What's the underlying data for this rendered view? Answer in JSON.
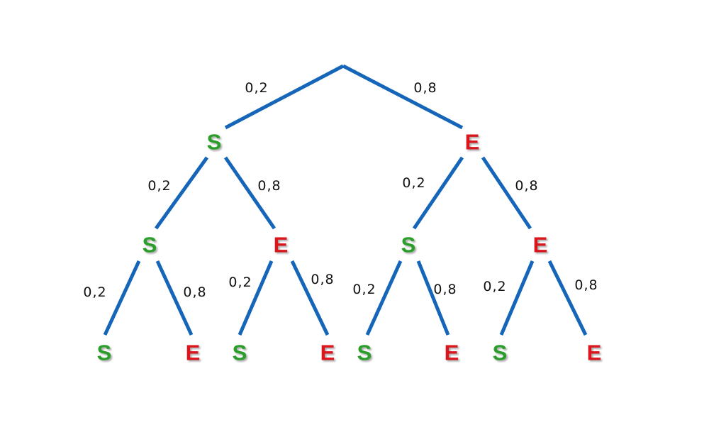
{
  "colors": {
    "branch": "#1565b8",
    "S": "#2a9d2a",
    "E": "#d8141e"
  },
  "tree": {
    "level1": {
      "nodes": [
        "S",
        "E"
      ],
      "probs": [
        "0,2",
        "0,8"
      ]
    },
    "level2": {
      "nodes": [
        "S",
        "E",
        "S",
        "E"
      ],
      "probs": [
        "0,2",
        "0,8",
        "0,2",
        "0,8"
      ]
    },
    "level3": {
      "nodes": [
        "S",
        "E",
        "S",
        "E",
        "S",
        "E",
        "S",
        "E"
      ],
      "probs": [
        "0,2",
        "0,8",
        "0,2",
        "0,8",
        "0,2",
        "0,8",
        "0,2",
        "0,8"
      ]
    }
  }
}
